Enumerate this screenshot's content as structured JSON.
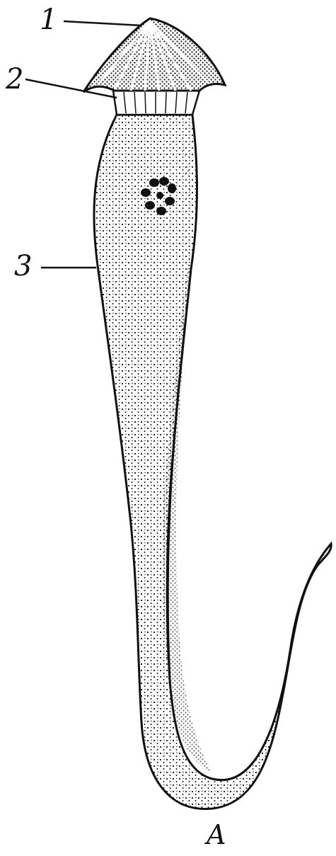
{
  "labels": {
    "one": "1",
    "two": "2",
    "three": "3"
  },
  "caption": "A",
  "colors": {
    "ink": "#111111",
    "paper": "#ffffff"
  }
}
